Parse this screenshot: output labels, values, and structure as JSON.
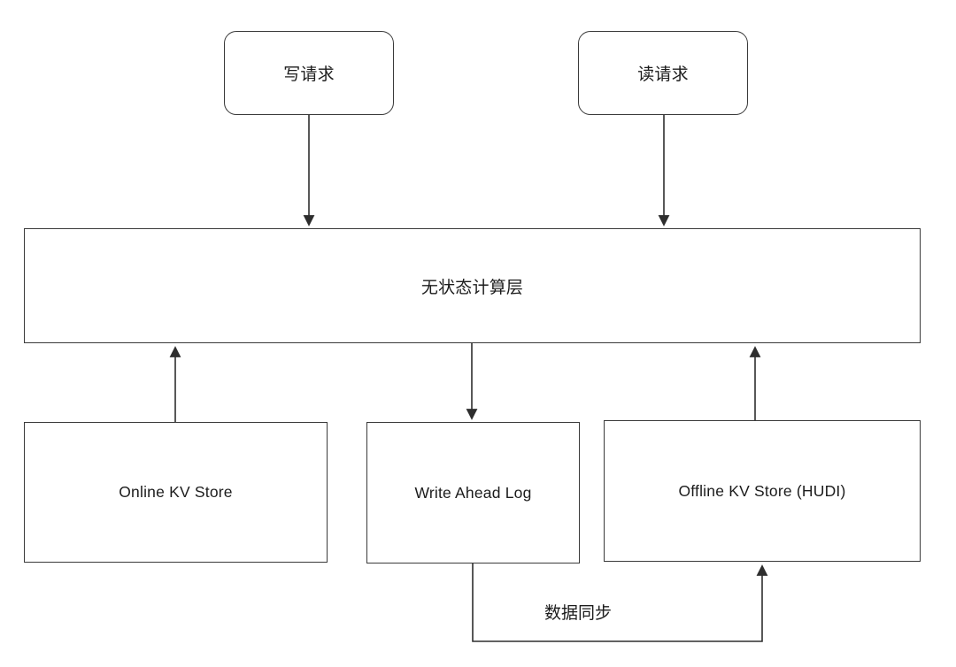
{
  "diagram": {
    "background": "#ffffff",
    "colors": {
      "stroke": "#3a3a3a",
      "text": "#1c1c1c"
    },
    "nodes": {
      "write_request": {
        "label": "写请求",
        "shape": "rounded-rect"
      },
      "read_request": {
        "label": "读请求",
        "shape": "rounded-rect"
      },
      "compute_layer": {
        "label": "无状态计算层",
        "shape": "rect"
      },
      "online_kv": {
        "label": "Online KV Store",
        "shape": "rect"
      },
      "wal": {
        "label": "Write Ahead Log",
        "shape": "rect"
      },
      "offline_kv": {
        "label": "Offline KV Store (HUDI)",
        "shape": "rect"
      }
    },
    "edges": [
      {
        "from": "write_request",
        "to": "compute_layer",
        "label": ""
      },
      {
        "from": "read_request",
        "to": "compute_layer",
        "label": ""
      },
      {
        "from": "online_kv",
        "to": "compute_layer",
        "label": ""
      },
      {
        "from": "compute_layer",
        "to": "wal",
        "label": ""
      },
      {
        "from": "offline_kv",
        "to": "compute_layer",
        "label": ""
      },
      {
        "from": "wal",
        "to": "offline_kv",
        "label": "数据同步"
      }
    ]
  }
}
